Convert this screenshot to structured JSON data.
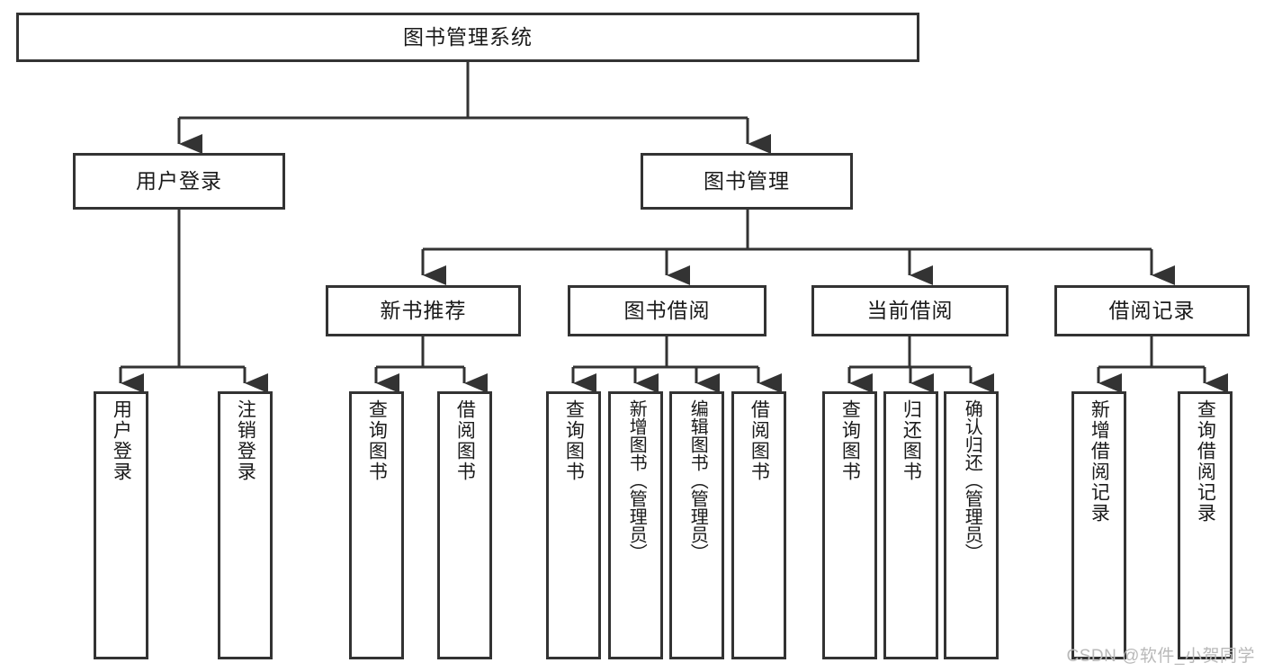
{
  "diagram": {
    "title": "图书管理系统",
    "type": "tree",
    "root": {
      "id": "root",
      "label": "图书管理系统"
    },
    "level2": [
      {
        "id": "user-login",
        "label": "用户登录"
      },
      {
        "id": "book-management",
        "label": "图书管理"
      }
    ],
    "level3": [
      {
        "id": "new-book-recommend",
        "label": "新书推荐",
        "parent": "book-management"
      },
      {
        "id": "book-borrow",
        "label": "图书借阅",
        "parent": "book-management"
      },
      {
        "id": "current-borrow",
        "label": "当前借阅",
        "parent": "book-management"
      },
      {
        "id": "borrow-record",
        "label": "借阅记录",
        "parent": "book-management"
      }
    ],
    "leaves": [
      {
        "id": "leaf-user-login",
        "label": "用户登录",
        "parent": "user-login"
      },
      {
        "id": "leaf-logout",
        "label": "注销登录",
        "parent": "user-login"
      },
      {
        "id": "leaf-query-book-1",
        "label": "查询图书",
        "parent": "new-book-recommend"
      },
      {
        "id": "leaf-borrow-book-1",
        "label": "借阅图书",
        "parent": "new-book-recommend"
      },
      {
        "id": "leaf-query-book-2",
        "label": "查询图书",
        "parent": "book-borrow"
      },
      {
        "id": "leaf-add-book",
        "label": "新增图书（管理员）",
        "parent": "book-borrow"
      },
      {
        "id": "leaf-edit-book",
        "label": "编辑图书（管理员）",
        "parent": "book-borrow"
      },
      {
        "id": "leaf-borrow-book-2",
        "label": "借阅图书",
        "parent": "book-borrow"
      },
      {
        "id": "leaf-query-book-3",
        "label": "查询图书",
        "parent": "current-borrow"
      },
      {
        "id": "leaf-return-book",
        "label": "归还图书",
        "parent": "current-borrow"
      },
      {
        "id": "leaf-confirm-return",
        "label": "确认归还（管理员）",
        "parent": "current-borrow"
      },
      {
        "id": "leaf-add-record",
        "label": "新增借阅记录",
        "parent": "borrow-record"
      },
      {
        "id": "leaf-query-record",
        "label": "查询借阅记录",
        "parent": "borrow-record"
      }
    ],
    "colors": {
      "stroke": "#333333",
      "fill": "#ffffff",
      "text": "#1a1a1a",
      "watermark": "#b9b9b9"
    }
  },
  "watermark": {
    "text": "CSDN @软件_小贺同学"
  }
}
